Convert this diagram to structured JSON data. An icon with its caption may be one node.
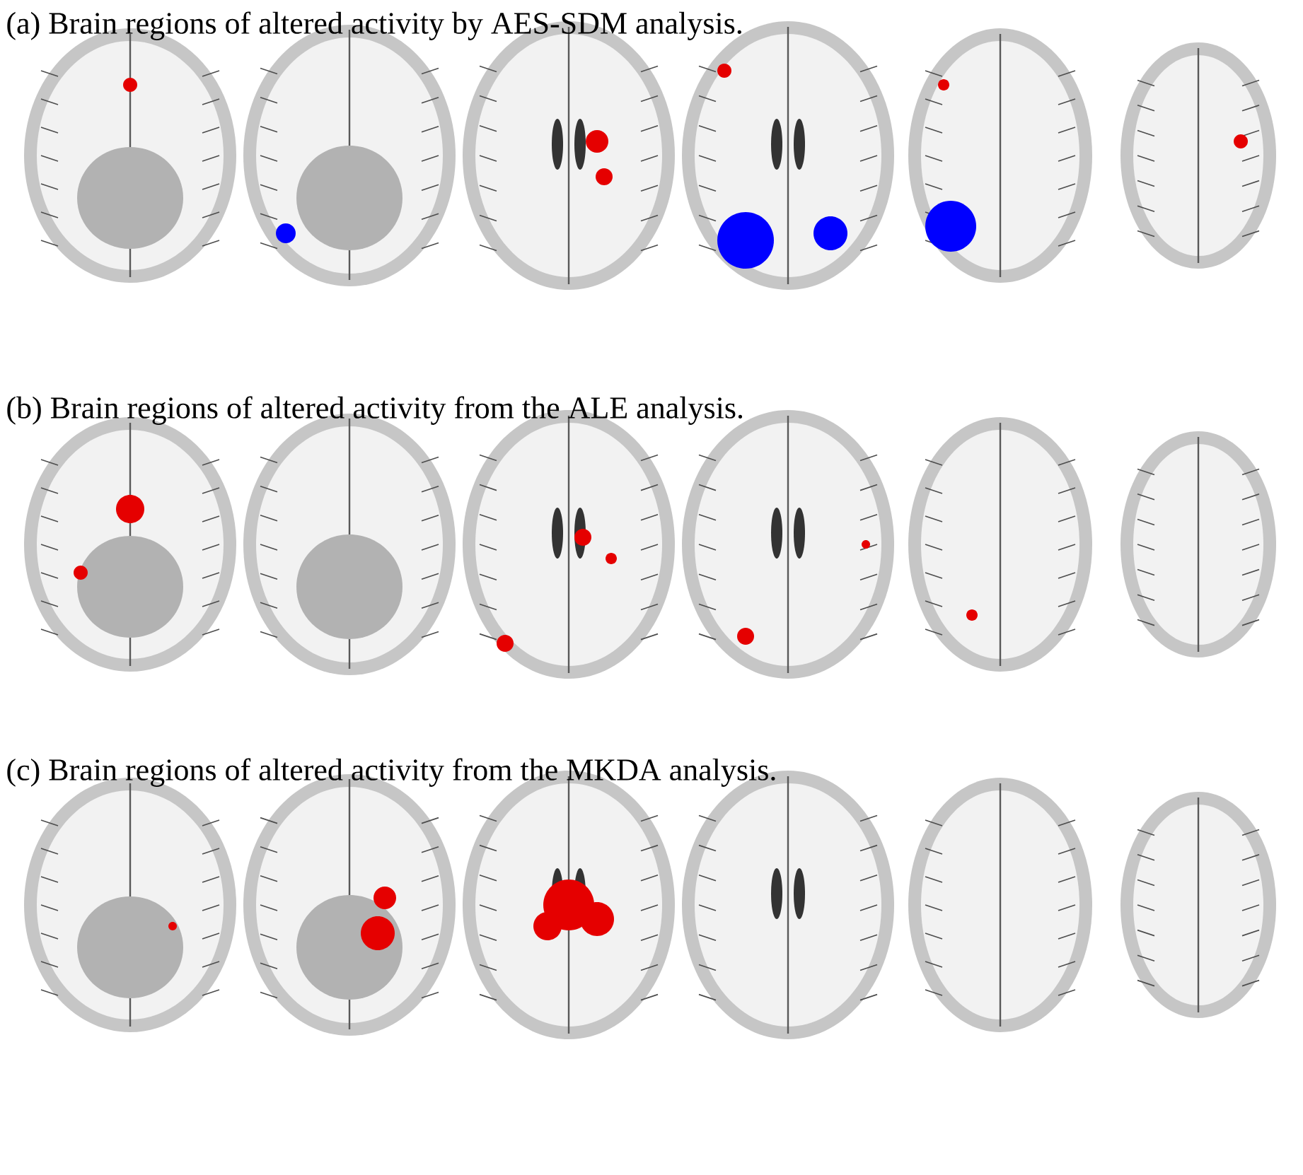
{
  "diagram": {
    "labels": [
      "(a) Brain regions of altered activity by AES-SDM analysis.",
      "(b) Brain regions of altered activity from the ALE analysis.",
      "(c) Brain regions of altered activity from the MKDA analysis."
    ]
  }
}
